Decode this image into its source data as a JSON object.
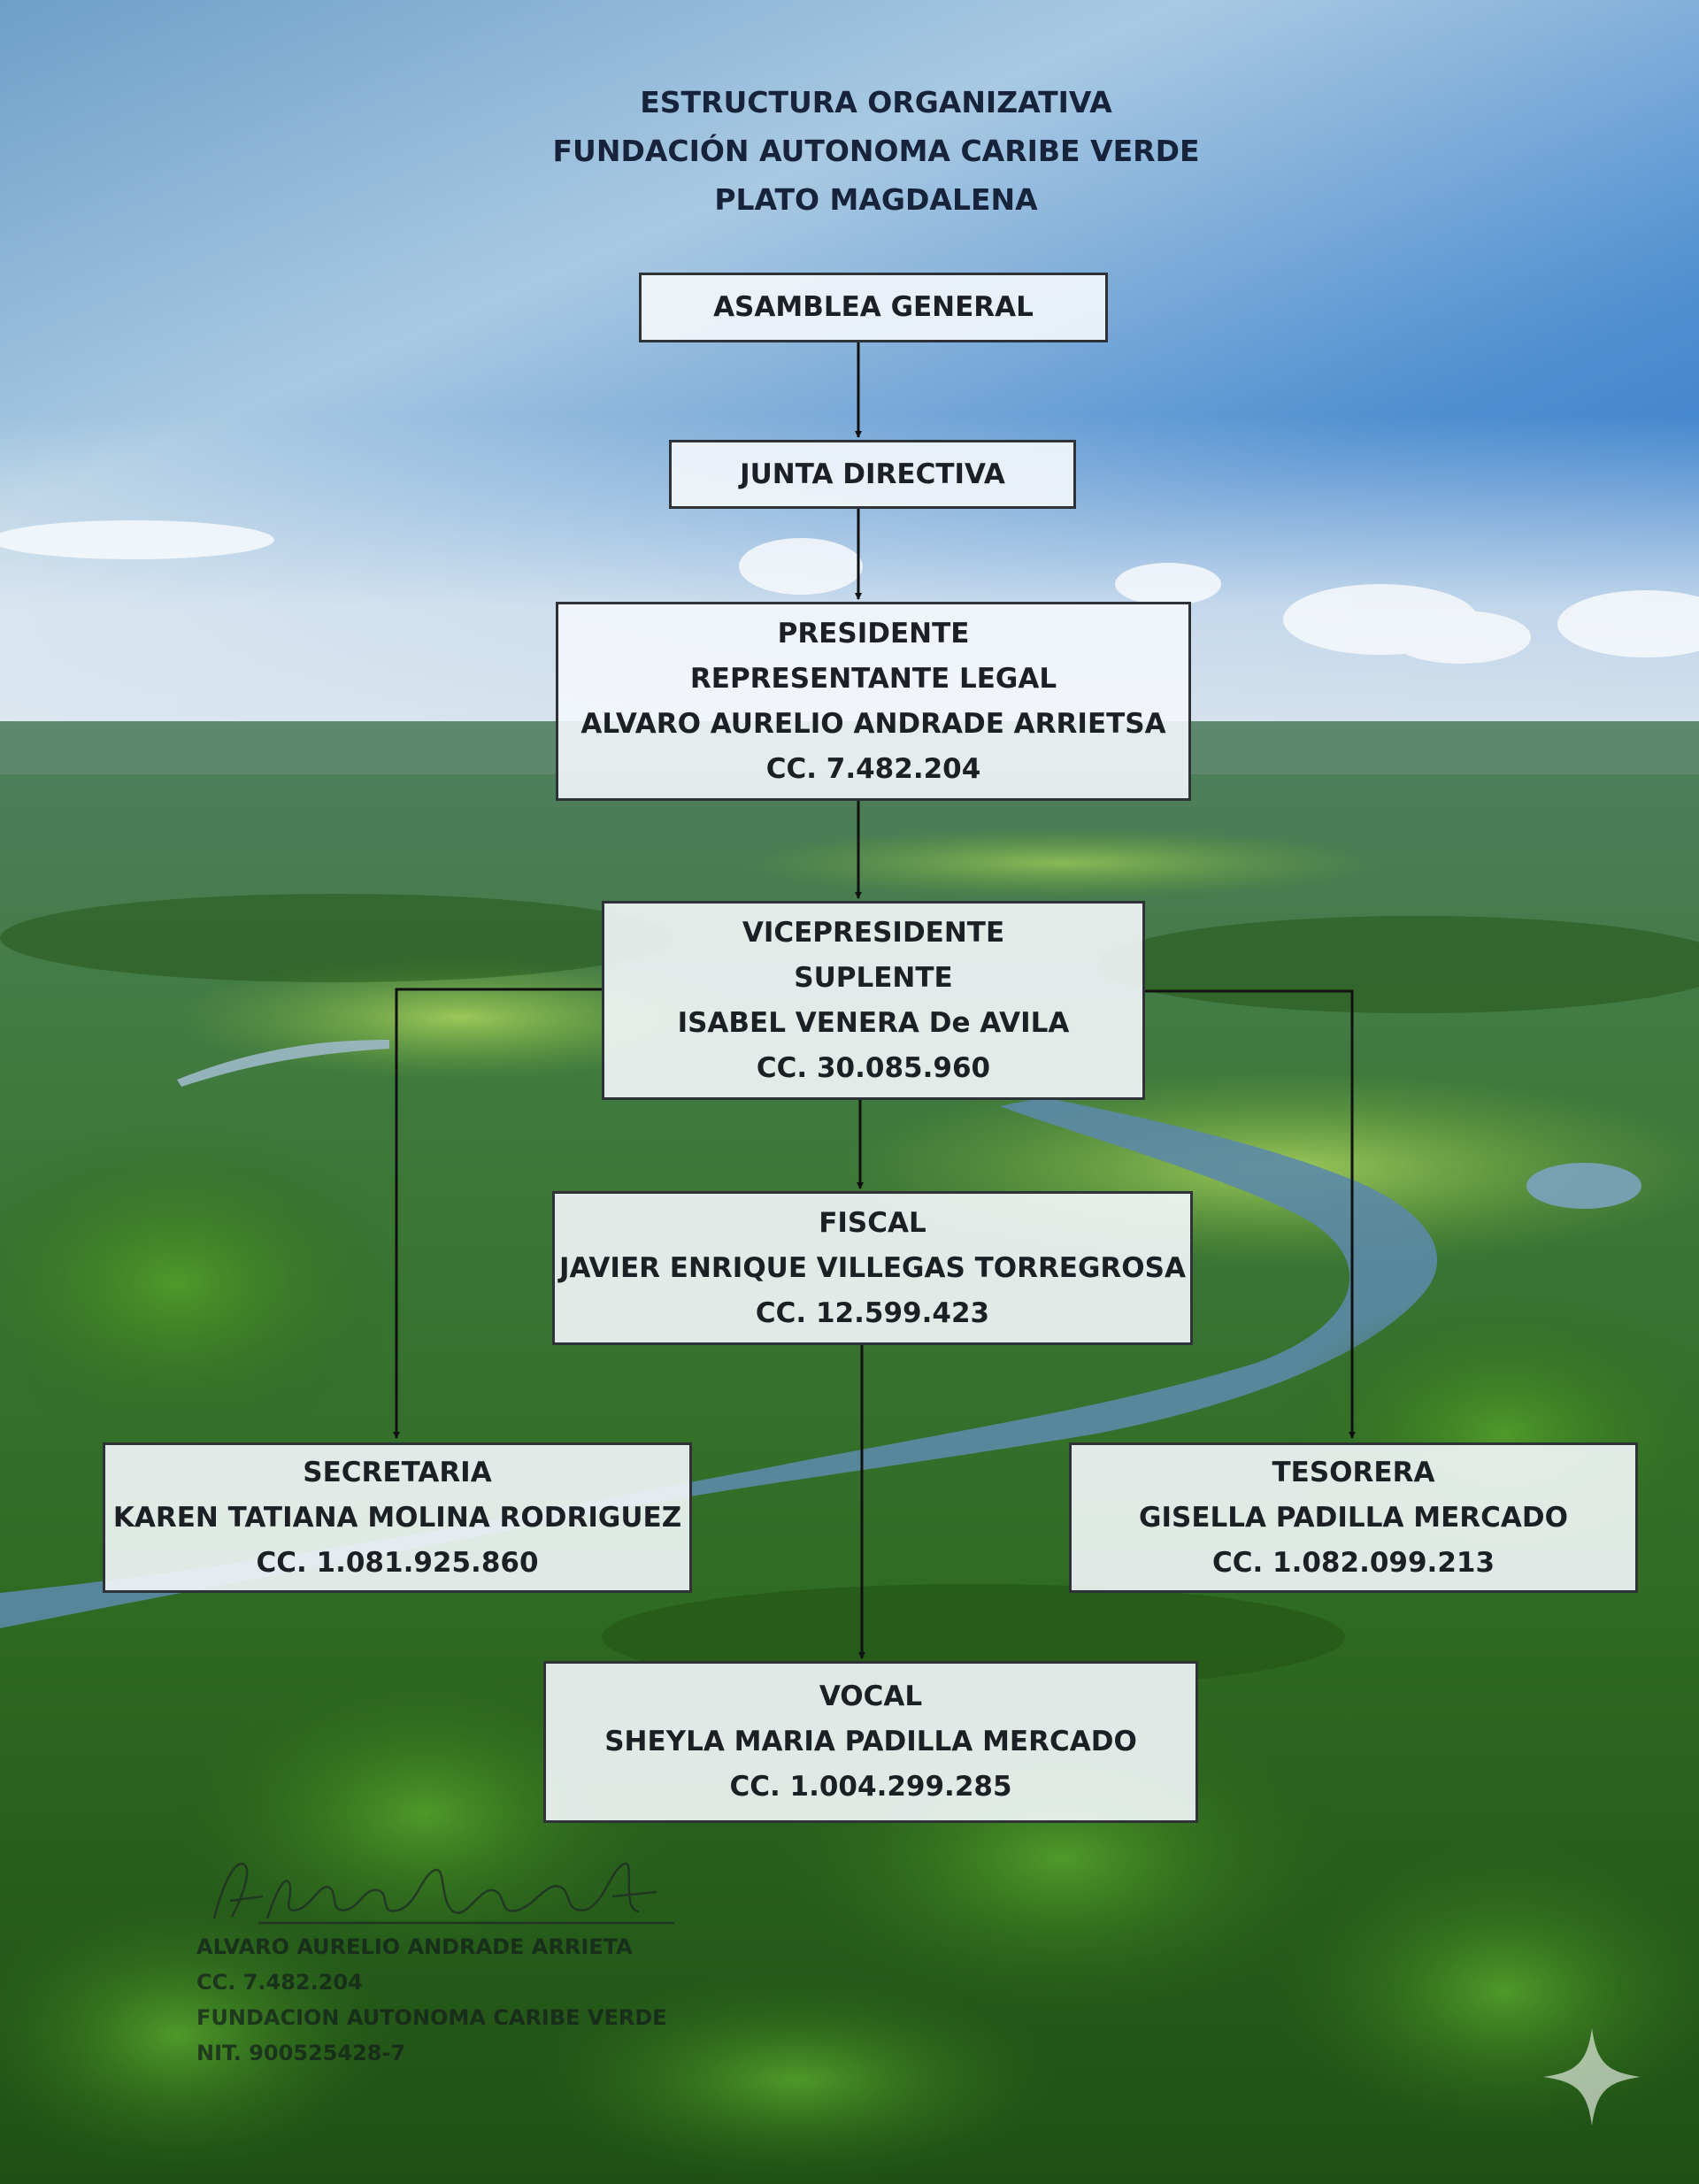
{
  "title": {
    "line1": "ESTRUCTURA ORGANIZATIVA",
    "line2": "FUNDACIÓN AUTONOMA CARIBE VERDE",
    "line3": "PLATO MAGDALENA"
  },
  "nodes": {
    "asamblea": {
      "line1": "ASAMBLEA GENERAL"
    },
    "junta": {
      "line1": "JUNTA DIRECTIVA"
    },
    "presidente": {
      "line1": "PRESIDENTE",
      "line2": "REPRESENTANTE LEGAL",
      "line3": "ALVARO AURELIO ANDRADE ARRIETSA",
      "line4": "CC. 7.482.204"
    },
    "vicepresidente": {
      "line1": "VICEPRESIDENTE",
      "line2": "SUPLENTE",
      "line3": "ISABEL VENERA De AVILA",
      "line4": "CC. 30.085.960"
    },
    "fiscal": {
      "line1": "FISCAL",
      "line2": "JAVIER ENRIQUE VILLEGAS TORREGROSA",
      "line3": "CC. 12.599.423"
    },
    "secretaria": {
      "line1": "SECRETARIA",
      "line2": "KAREN TATIANA MOLINA RODRIGUEZ",
      "line3": "CC. 1.081.925.860"
    },
    "tesorera": {
      "line1": "TESORERA",
      "line2": "GISELLA PADILLA MERCADO",
      "line3": "CC. 1.082.099.213"
    },
    "vocal": {
      "line1": "VOCAL",
      "line2": "SHEYLA MARIA PADILLA MERCADO",
      "line3": "CC. 1.004.299.285"
    }
  },
  "signature": {
    "handwriting": "AlvaroAndradeA",
    "line1": "ALVARO AURELIO ANDRADE ARRIETA",
    "line2": "CC. 7.482.204",
    "line3": "FUNDACION AUTONOMA CARIBE VERDE",
    "line4": "NIT. 900525428-7"
  }
}
